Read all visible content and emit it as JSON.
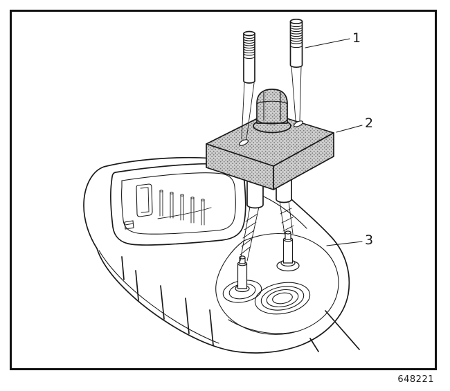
{
  "figure": {
    "number": "648221",
    "callouts": [
      {
        "label": "1"
      },
      {
        "label": "2"
      },
      {
        "label": "3"
      }
    ]
  },
  "colors": {
    "line": "#1a1a1a",
    "background": "#ffffff",
    "frame": "#111111",
    "halftone_fill": "#cfcfcf",
    "halftone_dot": "#7a7a7a"
  }
}
